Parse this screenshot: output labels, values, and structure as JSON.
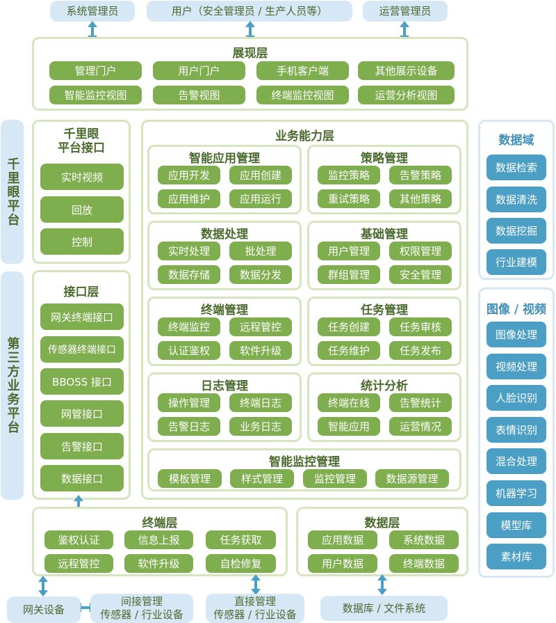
{
  "top_actors": [
    "系统管理员",
    "用户（安全管理员 / 生产人员等）",
    "运营管理员"
  ],
  "presentation_layer": {
    "title": "展现层",
    "items": [
      "管理门户",
      "用户门户",
      "手机客户端",
      "其他展示设备",
      "智能监控视图",
      "告警视图",
      "终端监控视图",
      "运营分析视图"
    ]
  },
  "left_platforms": {
    "qianliyan": "千里眼平台",
    "third_party": "第三方业务平台"
  },
  "qianliyan_interface": {
    "title_line1": "千里眼",
    "title_line2": "平台接口",
    "items": [
      "实时视频",
      "回放",
      "控制"
    ]
  },
  "interface_layer": {
    "title": "接口层",
    "items": [
      "网关终端接口",
      "传感器终端接口",
      "BBOSS 接口",
      "网管接口",
      "告警接口",
      "数据接口"
    ]
  },
  "business_layer": {
    "title": "业务能力层",
    "groups": [
      {
        "title": "智能应用管理",
        "items": [
          "应用开发",
          "应用创建",
          "应用维护",
          "应用运行"
        ]
      },
      {
        "title": "策略管理",
        "items": [
          "监控策略",
          "告警策略",
          "重试策略",
          "其他策略"
        ]
      },
      {
        "title": "数据处理",
        "items": [
          "实时处理",
          "批处理",
          "数据存储",
          "数据分发"
        ]
      },
      {
        "title": "基础管理",
        "items": [
          "用户管理",
          "权限管理",
          "群组管理",
          "安全管理"
        ]
      },
      {
        "title": "终端管理",
        "items": [
          "终端监控",
          "远程管控",
          "认证鉴权",
          "软件升级"
        ]
      },
      {
        "title": "任务管理",
        "items": [
          "任务创建",
          "任务审核",
          "任务维护",
          "任务发布"
        ]
      },
      {
        "title": "日志管理",
        "items": [
          "操作管理",
          "终端日志",
          "告警日志",
          "业务日志"
        ]
      },
      {
        "title": "统计分析",
        "items": [
          "终端在线",
          "告警统计",
          "智能应用",
          "运营情况"
        ]
      }
    ],
    "monitor_group": {
      "title": "智能监控管理",
      "items": [
        "模板管理",
        "样式管理",
        "监控管理",
        "数据源管理"
      ]
    }
  },
  "data_domain": {
    "title": "数据域",
    "items": [
      "数据检索",
      "数据清洗",
      "数据挖掘",
      "行业建模"
    ]
  },
  "image_video": {
    "title": "图像 / 视频",
    "items": [
      "图像处理",
      "视频处理",
      "人脸识别",
      "表情识别",
      "混合处理",
      "机器学习",
      "模型库",
      "素材库"
    ]
  },
  "terminal_layer": {
    "title": "终端层",
    "items": [
      "鉴权认证",
      "信息上报",
      "任务获取",
      "远程管控",
      "软件升级",
      "自检修复"
    ]
  },
  "data_layer": {
    "title": "数据层",
    "items": [
      "应用数据",
      "系统数据",
      "用户数据",
      "终端数据"
    ]
  },
  "bottom_actors": {
    "gateway": "网关设备",
    "indirect_line1": "间接管理",
    "indirect_line2": "传感器 / 行业设备",
    "direct_line1": "直接管理",
    "direct_line2": "传感器 / 行业设备",
    "storage": "数据库 / 文件系统"
  },
  "colors": {
    "green_button": "#7fae4e",
    "green_border": "#d5e6bf",
    "title_green": "#4a6b2d",
    "blue_button": "#4b9fc4",
    "light_blue": "#d6e7f6",
    "arrow_blue": "#4b9fc4"
  }
}
